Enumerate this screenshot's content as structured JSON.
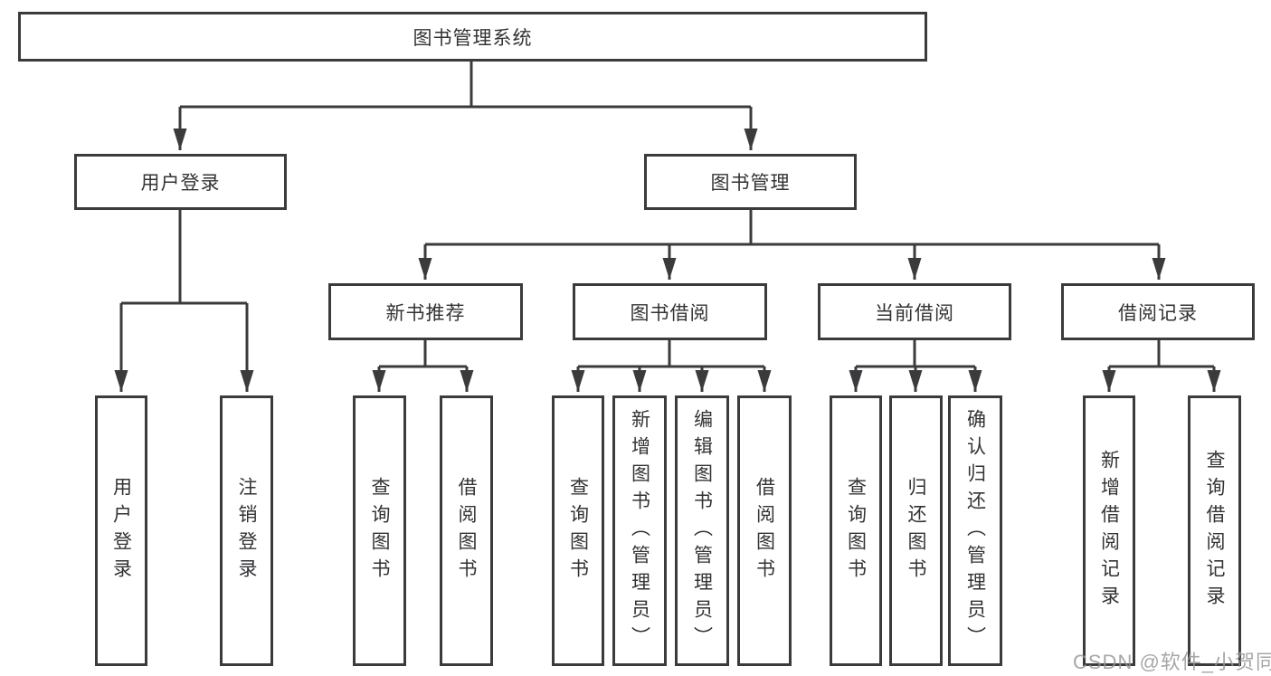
{
  "diagram": {
    "root": {
      "label": "图书管理系统"
    },
    "level2": [
      {
        "label": "用户登录"
      },
      {
        "label": "图书管理"
      }
    ],
    "level3": [
      {
        "label": "新书推荐"
      },
      {
        "label": "图书借阅"
      },
      {
        "label": "当前借阅"
      },
      {
        "label": "借阅记录"
      }
    ],
    "leaves": {
      "login": [
        {
          "label": "用户登录"
        },
        {
          "label": "注销登录"
        }
      ],
      "recommend": [
        {
          "label": "查询图书"
        },
        {
          "label": "借阅图书"
        }
      ],
      "borrow": [
        {
          "label": "查询图书"
        },
        {
          "label": "新增图书（管理员）"
        },
        {
          "label": "编辑图书（管理员）"
        },
        {
          "label": "借阅图书"
        }
      ],
      "current": [
        {
          "label": "查询图书"
        },
        {
          "label": "归还图书"
        },
        {
          "label": "确认归还（管理员）"
        }
      ],
      "records": [
        {
          "label": "新增借阅记录"
        },
        {
          "label": "查询借阅记录"
        }
      ]
    },
    "watermark": "CSDN @软件_小贺同学",
    "colors": {
      "line": "#3b3b3d",
      "text": "#333336",
      "watermark": "#98989b",
      "background": "#ffffff"
    }
  }
}
